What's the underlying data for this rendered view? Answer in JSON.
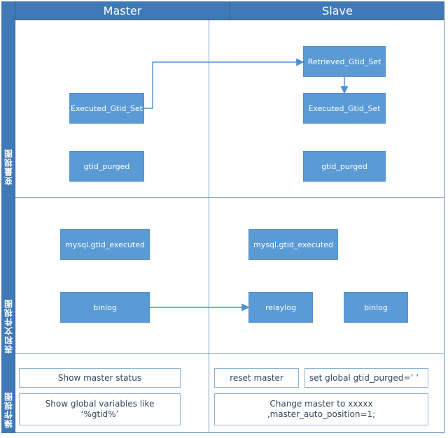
{
  "headers": {
    "master": "Master",
    "slave": "Slave"
  },
  "left_labels": {
    "variable_view": "变量视图",
    "table_file_view": "表和文件视图",
    "operation_view": "操作视图"
  },
  "variable_view": {
    "master": {
      "executed_gtid_set": "Executed_Gtid_Set",
      "gtid_purged": "gtid_purged"
    },
    "slave": {
      "retrieved_gtid_set": "Retrieved_Gtid_Set",
      "executed_gtid_set": "Executed_Gtid_Set",
      "gtid_purged": "gtid_purged"
    }
  },
  "table_file_view": {
    "master": {
      "mysql_gtid_executed": "mysql.gtid_executed",
      "binlog": "binlog"
    },
    "slave": {
      "mysql_gtid_executed": "mysql.gtid_executed",
      "relaylog": "relaylog",
      "binlog": "binlog"
    }
  },
  "operation_view": {
    "master": {
      "show_master_status": "Show master status",
      "show_global_variables_like": "Show global variables like\n‘%gtid%’"
    },
    "slave": {
      "reset_master": "reset master",
      "set_global_gtid_purged": "set global gtid_purged=’  ’",
      "change_master": "Change master to xxxxx ,master_auto_position=1;"
    }
  }
}
